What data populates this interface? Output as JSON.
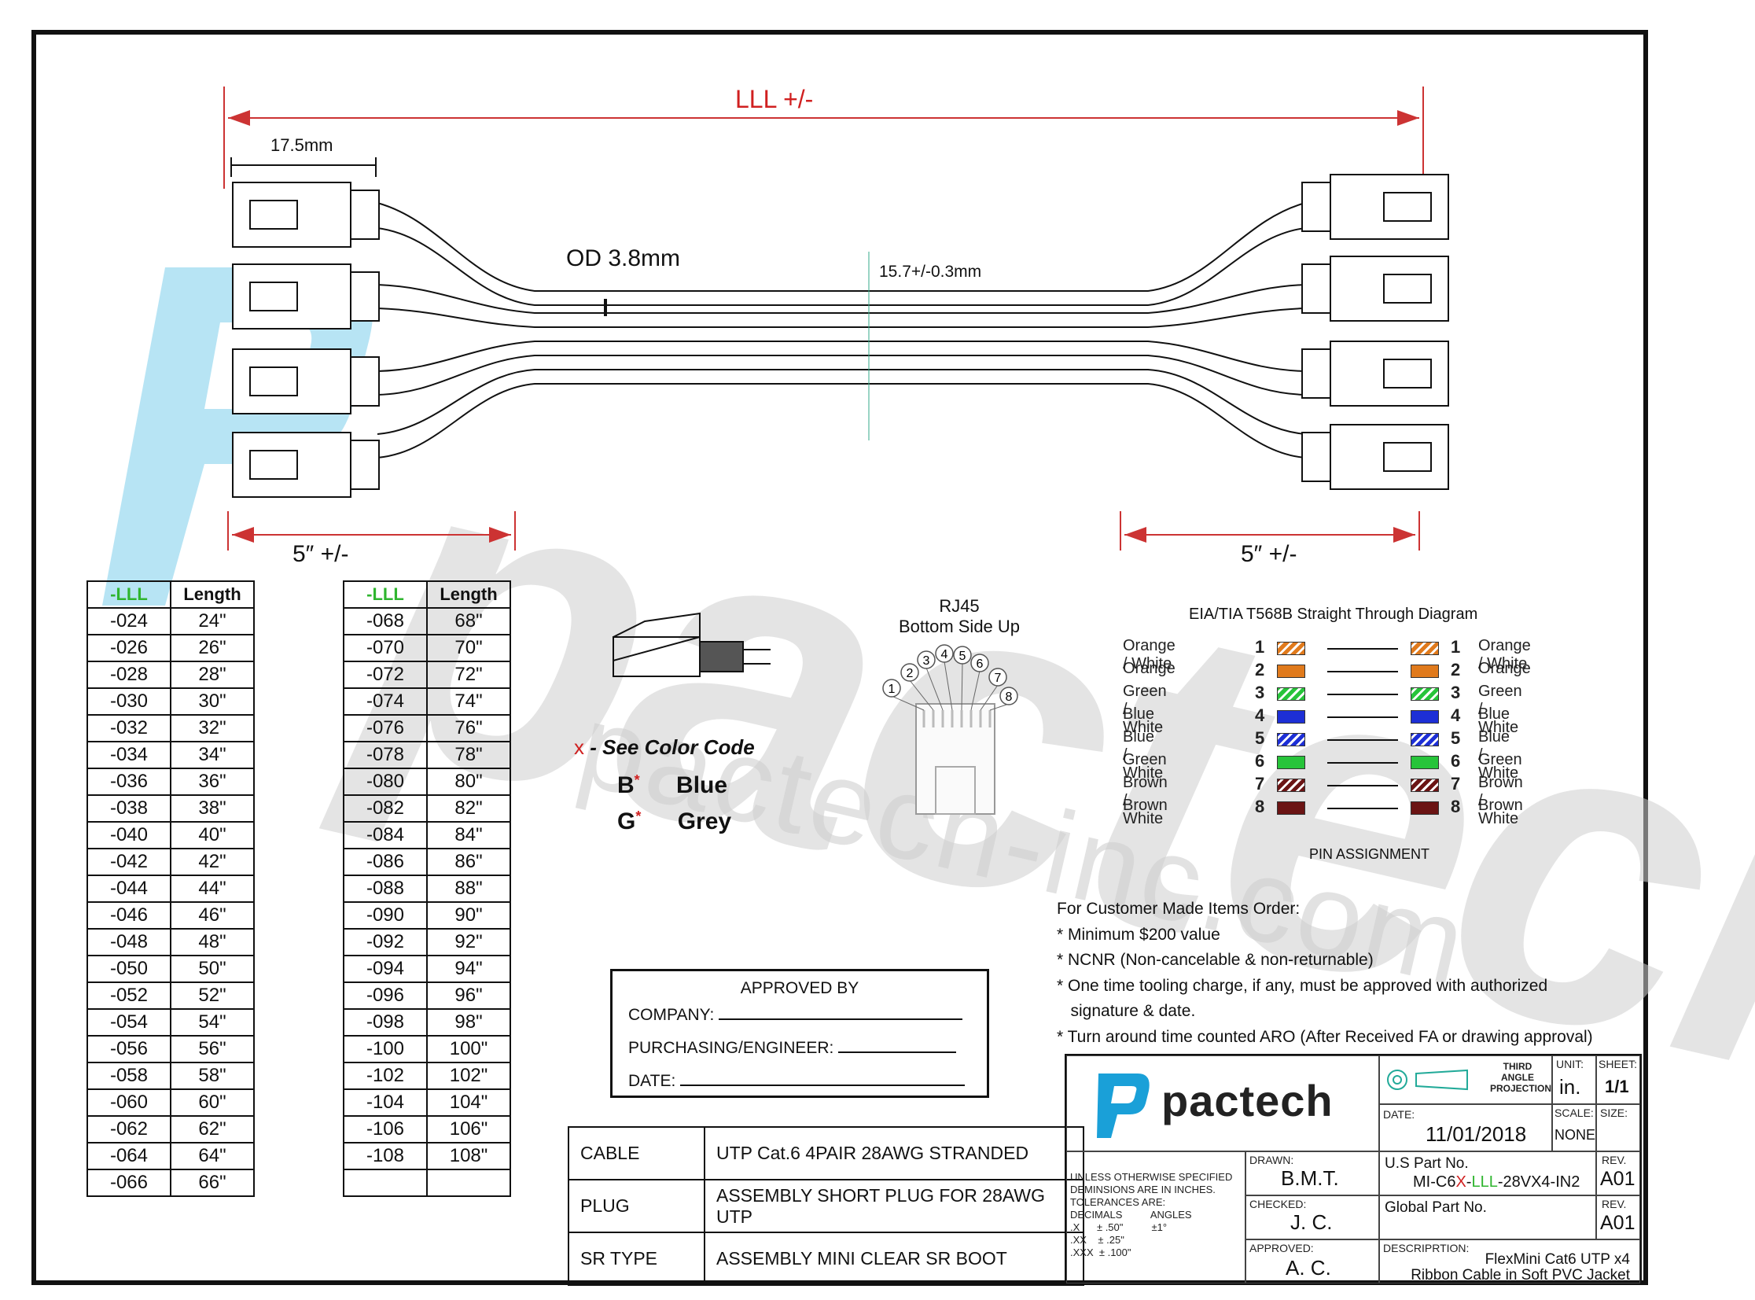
{
  "dimensions": {
    "overall": "LLL +/-",
    "plug_width": "17.5mm",
    "od": "OD 3.8mm",
    "ribbon_width": "15.7+/-0.3mm",
    "breakout_left": "5″ +/-",
    "breakout_right": "5″ +/-"
  },
  "watermark": {
    "brand": "pactech",
    "url": "pactech-inc.com"
  },
  "length_table_1": {
    "headers": [
      "-LLL",
      "Length"
    ],
    "rows": [
      [
        "-024",
        "24\""
      ],
      [
        "-026",
        "26\""
      ],
      [
        "-028",
        "28\""
      ],
      [
        "-030",
        "30\""
      ],
      [
        "-032",
        "32\""
      ],
      [
        "-034",
        "34\""
      ],
      [
        "-036",
        "36\""
      ],
      [
        "-038",
        "38\""
      ],
      [
        "-040",
        "40\""
      ],
      [
        "-042",
        "42\""
      ],
      [
        "-044",
        "44\""
      ],
      [
        "-046",
        "46\""
      ],
      [
        "-048",
        "48\""
      ],
      [
        "-050",
        "50\""
      ],
      [
        "-052",
        "52\""
      ],
      [
        "-054",
        "54\""
      ],
      [
        "-056",
        "56\""
      ],
      [
        "-058",
        "58\""
      ],
      [
        "-060",
        "60\""
      ],
      [
        "-062",
        "62\""
      ],
      [
        "-064",
        "64\""
      ],
      [
        "-066",
        "66\""
      ]
    ]
  },
  "length_table_2": {
    "headers": [
      "-LLL",
      "Length"
    ],
    "rows": [
      [
        "-068",
        "68\""
      ],
      [
        "-070",
        "70\""
      ],
      [
        "-072",
        "72\""
      ],
      [
        "-074",
        "74\""
      ],
      [
        "-076",
        "76\""
      ],
      [
        "-078",
        "78\""
      ],
      [
        "-080",
        "80\""
      ],
      [
        "-082",
        "82\""
      ],
      [
        "-084",
        "84\""
      ],
      [
        "-086",
        "86\""
      ],
      [
        "-088",
        "88\""
      ],
      [
        "-090",
        "90\""
      ],
      [
        "-092",
        "92\""
      ],
      [
        "-094",
        "94\""
      ],
      [
        "-096",
        "96\""
      ],
      [
        "-098",
        "98\""
      ],
      [
        "-100",
        "100\""
      ],
      [
        "-102",
        "102\""
      ],
      [
        "-104",
        "104\""
      ],
      [
        "-106",
        "106\""
      ],
      [
        "-108",
        "108\""
      ],
      [
        "",
        ""
      ]
    ]
  },
  "color_code": {
    "x_mark": "x",
    "title": "- See Color Code",
    "items": [
      {
        "code": "B",
        "star": "*",
        "name": "Blue"
      },
      {
        "code": "G",
        "star": "*",
        "name": "Grey"
      }
    ]
  },
  "rj45": {
    "title_line1": "RJ45",
    "title_line2": "Bottom Side Up",
    "pins": [
      "1",
      "2",
      "3",
      "4",
      "5",
      "6",
      "7",
      "8"
    ]
  },
  "wiring": {
    "title": "EIA/TIA T568B Straight Through Diagram",
    "footer": "PIN ASSIGNMENT",
    "pins": [
      {
        "num": "1",
        "name": "Orange / White",
        "color": "#e07a1c",
        "striped": true
      },
      {
        "num": "2",
        "name": "Orange",
        "color": "#e07a1c",
        "striped": false
      },
      {
        "num": "3",
        "name": "Green / White",
        "color": "#27c43a",
        "striped": true
      },
      {
        "num": "4",
        "name": "Blue",
        "color": "#1d2fd6",
        "striped": false
      },
      {
        "num": "5",
        "name": "Blue / White",
        "color": "#1d2fd6",
        "striped": true
      },
      {
        "num": "6",
        "name": "Green",
        "color": "#27c43a",
        "striped": false
      },
      {
        "num": "7",
        "name": "Brown / White",
        "color": "#6b1414",
        "striped": true
      },
      {
        "num": "8",
        "name": "Brown",
        "color": "#6b1414",
        "striped": false
      }
    ]
  },
  "notes": {
    "lines": [
      "For Customer Made Items Order:",
      "* Minimum $200 value",
      "* NCNR (Non-cancelable & non-returnable)",
      "* One time tooling charge, if any, must be approved with authorized",
      "   signature & date.",
      "* Turn around time counted ARO (After Received FA or drawing approval)"
    ]
  },
  "approval": {
    "title": "APPROVED BY",
    "company": "COMPANY:",
    "purchasing": "PURCHASING/ENGINEER:",
    "date": "DATE:"
  },
  "spec_table": [
    {
      "label": "CABLE",
      "value": "UTP Cat.6 4PAIR 28AWG STRANDED"
    },
    {
      "label": "PLUG",
      "value": "ASSEMBLY SHORT PLUG FOR 28AWG UTP"
    },
    {
      "label": "SR TYPE",
      "value": "ASSEMBLY MINI CLEAR SR BOOT"
    }
  ],
  "title_block": {
    "logo_text": "pactech",
    "projection": "THIRD ANGLE PROJECTION",
    "unit_label": "UNIT:",
    "unit_value": "in.",
    "sheet_label": "SHEET:",
    "sheet_value": "1/1",
    "date_label": "DATE:",
    "date_value": "11/01/2018",
    "scale_label": "SCALE:",
    "scale_value": "NONE",
    "size_label": "SIZE:",
    "tolerance_lines": [
      "UNLESS OTHERWISE SPECIFIED",
      "DEMINSIONS ARE IN INCHES.",
      "TOLERANCES ARE:",
      "DECIMALS          ANGLES",
      ".X      ± .50\"          ±1°",
      ".XX    ± .25\"",
      ".XXX  ± .100\""
    ],
    "drawn_label": "DRAWN:",
    "drawn_value": "B.M.T.",
    "checked_label": "CHECKED:",
    "checked_value": "J. C.",
    "approved_label": "APPROVED:",
    "approved_value": "A. C.",
    "us_part_label": "U.S Part No.",
    "part_prefix": "MI-C6",
    "part_x": "X",
    "part_sep": "-",
    "part_lll": "LLL",
    "part_suffix": "-28VX4-IN2",
    "rev_label": "REV.",
    "rev1": "A01",
    "global_part_label": "Global Part No.",
    "rev2": "A01",
    "description_label": "DESCRIPRTION:",
    "description_line1": "FlexMini Cat6 UTP x4",
    "description_line2": "Ribbon Cable in Soft PVC Jacket"
  }
}
